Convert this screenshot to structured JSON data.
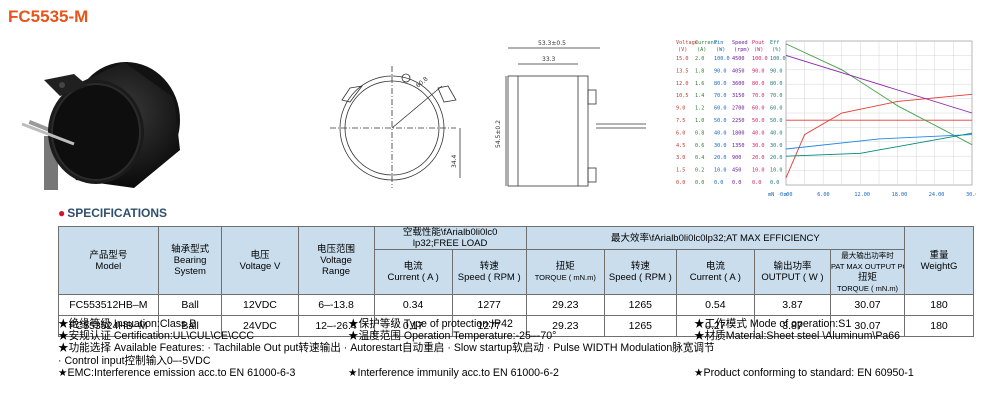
{
  "title": "FC5535-M",
  "drawing": {
    "dim_top": "53.3±0.5",
    "dim_inner": "33.3",
    "dim_diag": "60.8",
    "dim_height": "54.5±0.2",
    "dim_side": "34.4"
  },
  "graph": {
    "col_headers": [
      "Voltage",
      "Current",
      "Pin",
      "Speed",
      "Pout",
      "Eff"
    ],
    "col_units": [
      "(V)",
      "(A)",
      "(W)",
      "(rpm)",
      "(W)",
      "(%)"
    ],
    "rows": [
      [
        "15.0",
        "2.0",
        "100.0",
        "4500",
        "100.0",
        "100.0"
      ],
      [
        "13.5",
        "1.8",
        "90.0",
        "4050",
        "90.0",
        "90.0"
      ],
      [
        "12.0",
        "1.6",
        "80.0",
        "3600",
        "80.0",
        "80.0"
      ],
      [
        "10.5",
        "1.4",
        "70.0",
        "3150",
        "70.0",
        "70.0"
      ],
      [
        "9.0",
        "1.2",
        "60.0",
        "2700",
        "60.0",
        "60.0"
      ],
      [
        "7.5",
        "1.0",
        "50.0",
        "2250",
        "50.0",
        "50.0"
      ],
      [
        "6.0",
        "0.8",
        "40.0",
        "1800",
        "40.0",
        "40.0"
      ],
      [
        "4.5",
        "0.6",
        "30.0",
        "1350",
        "30.0",
        "30.0"
      ],
      [
        "3.0",
        "0.4",
        "20.0",
        "900",
        "20.0",
        "20.0"
      ],
      [
        "1.5",
        "0.2",
        "10.0",
        "450",
        "10.0",
        "10.0"
      ],
      [
        "0.0",
        "0.0",
        "0.0",
        "0.0",
        "0.0",
        "0.0"
      ]
    ],
    "x_ticks": [
      "0.00",
      "6.00",
      "12.00",
      "18.00",
      "24.00",
      "30.00"
    ],
    "x_prefix": "mN · m"
  },
  "specs_heading": "SPECIFICATIONS",
  "table": {
    "h_model_cn": "产品型号",
    "h_model_en": "Model",
    "h_bearing_cn": "轴承型式",
    "h_bearing_en1": "Bearing",
    "h_bearing_en2": "System",
    "h_voltage_cn": "电压",
    "h_voltage_en": "Voltage V",
    "h_range_cn": "电压范围",
    "h_range_en1": "Voltage",
    "h_range_en2": "Range",
    "h_free_cn": "空载性能\\fArialb0li0lc0",
    "h_free_en": "lp32;FREE LOAD",
    "h_eff": "最大效率\\fArialb0li0lc0lp32;AT MAX EFFICIENCY",
    "h_maxout_cn": "最大输出功率时",
    "h_maxout_en": "PAT MAX OUTPUT POWER",
    "h_weight_cn": "重量",
    "h_weight_en": "WeightG",
    "sub_current_cn": "电流",
    "sub_current_en": "Current ( A )",
    "sub_speed_cn": "转速",
    "sub_speed_en": "Speed ( RPM )",
    "sub_torque_cn": "扭矩",
    "sub_torque_en": "TORQUE ( mN.m)",
    "sub_speed2_cn": "转速",
    "sub_speed2_en": "Speed ( RPM )",
    "sub_current2_cn": "电流",
    "sub_current2_en": "Current ( A )",
    "sub_output_cn": "输出功率",
    "sub_output_en": "OUTPUT ( W )",
    "sub_torque2_cn": "扭矩",
    "sub_torque2_en": "TORQUE ( mN.m)",
    "rows": [
      {
        "model": "FC553512HB–M",
        "bearing": "Ball",
        "voltage": "12VDC",
        "range": "6–-13.8",
        "free_current": "0.34",
        "free_speed": "1277",
        "torque": "29.23",
        "speed": "1265",
        "current": "0.54",
        "output": "3.87",
        "max_torque": "30.07",
        "weight": "180"
      },
      {
        "model": "FC553524HB–M",
        "bearing": "Ball",
        "voltage": "24VDC",
        "range": "12–-26.4",
        "free_current": "0.17",
        "free_speed": "1277",
        "torque": "29.23",
        "speed": "1265",
        "current": "0.27",
        "output": "3.87",
        "max_torque": "30.07",
        "weight": "180"
      }
    ]
  },
  "notes": {
    "r1c1": "★绝缘等级 Insuation:Class B",
    "r1c2": "★保护等级 Type of protection:IP42",
    "r1c3": "★工作模式 Mode of operation:S1",
    "r2c1": "★安规认证 Certification:UL\\CUL\\CE\\CCC",
    "r2c2": "★温度范围 Operation Temperature:-25–-70°",
    "r2c3": "★材质Material:Sheet steel \\Aluminum\\Pa66",
    "r3": "★功能选择 Available Features:  · Tachilable Out put转速输出   · Autorestart自动重启      · Slow startup软启动        · Pulse WIDTH Modulation脉宽调节",
    "r4": "  · Control input控制输入0–-5VDC",
    "r5c1": "★EMC:Interference emission acc.to EN 61000-6-3",
    "r5c2": "★Interference immunily acc.to EN 61000-6-2",
    "r5c3": "★Product conforming to standard: EN 60950-1"
  },
  "colors": {
    "title": "#e8541a",
    "header_bg": "#c9dded",
    "heading": "#2f4f6e",
    "bullet": "#d2142b"
  }
}
